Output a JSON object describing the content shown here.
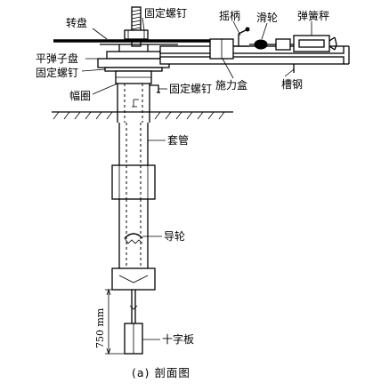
{
  "labels": {
    "turntable": "转盘",
    "fixing_screw_top": "固定螺钉",
    "crank": "摇柄",
    "pulley": "滑轮",
    "spring_scale": "弹簧秤",
    "level_plate": "平弹子盘",
    "fixing_screw_left": "固定螺钉",
    "force_box": "施力盒",
    "channel_steel": "槽钢",
    "collar": "幅圈",
    "fixing_screw_right": "固定螺钉",
    "casing": "套管",
    "guide_wheel": "导轮",
    "dimension": "750 mm",
    "cross_plate": "十字板"
  },
  "caption": "(a) 剖面图",
  "colors": {
    "line": "#000000",
    "background": "#ffffff"
  }
}
